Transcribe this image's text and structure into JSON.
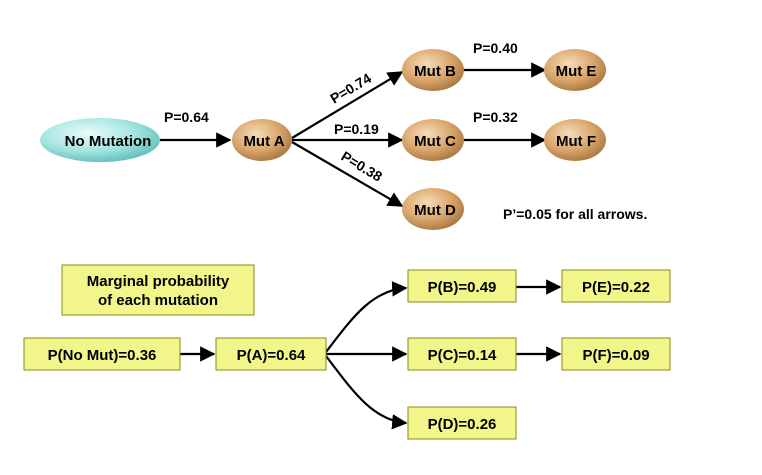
{
  "top": {
    "nodes": {
      "no_mutation": "No Mutation",
      "mut_a": "Mut A",
      "mut_b": "Mut B",
      "mut_c": "Mut C",
      "mut_d": "Mut D",
      "mut_e": "Mut E",
      "mut_f": "Mut F"
    },
    "edges": {
      "none_to_a": "P=0.64",
      "a_to_b": "P=0.74",
      "a_to_c": "P=0.19",
      "a_to_d": "P=0.38",
      "b_to_e": "P=0.40",
      "c_to_f": "P=0.32"
    },
    "note": "P’=0.05 for all arrows."
  },
  "bottom": {
    "legend_line1": "Marginal probability",
    "legend_line2": "of each mutation",
    "boxes": {
      "no_mut": "P(No Mut)=0.36",
      "a": "P(A)=0.64",
      "b": "P(B)=0.49",
      "c": "P(C)=0.14",
      "d": "P(D)=0.26",
      "e": "P(E)=0.22",
      "f": "P(F)=0.09"
    }
  },
  "colors": {
    "no_mutation_fill": "#9fe0dc",
    "mut_fill": "#d9a56b",
    "box_fill": "#f2f58a",
    "box_border": "#8a8a1a"
  }
}
